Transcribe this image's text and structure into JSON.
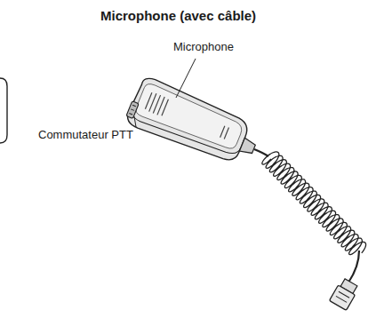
{
  "diagram": {
    "title": "Microphone (avec câble)",
    "labels": [
      "Microphone",
      "Commutateur PTT"
    ]
  }
}
